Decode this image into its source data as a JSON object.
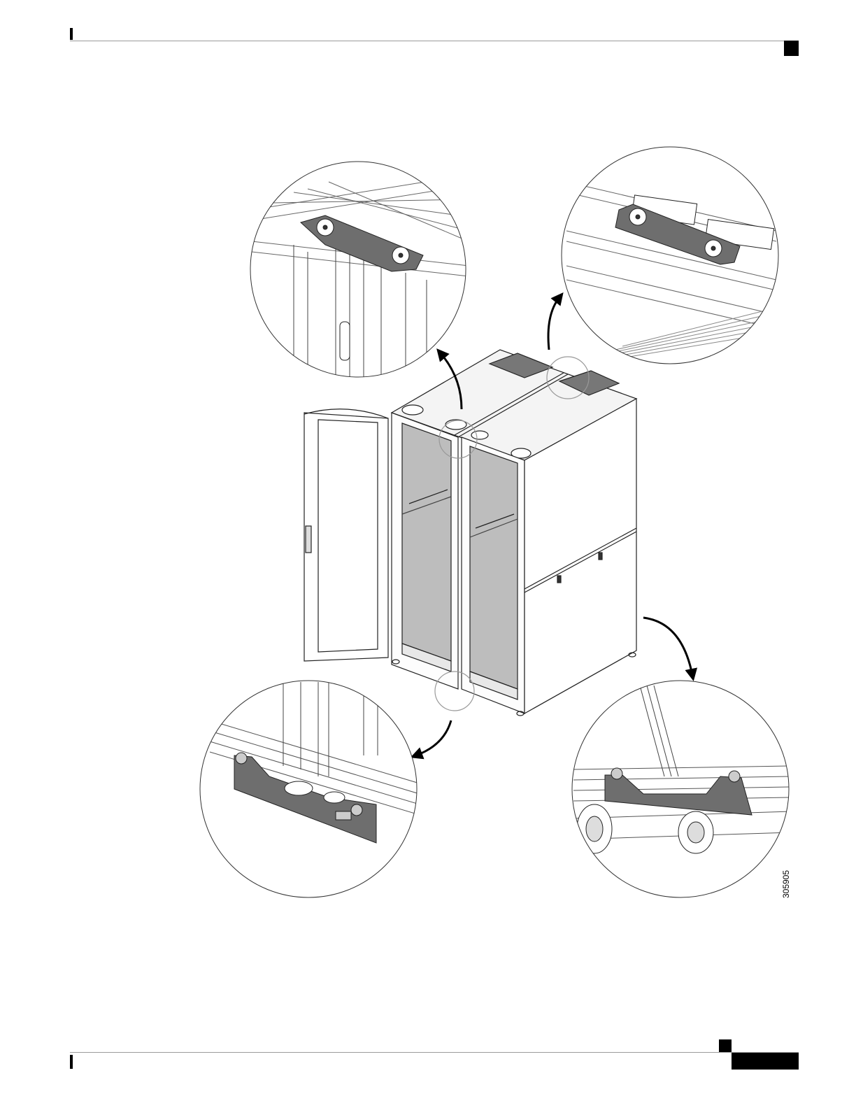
{
  "figure": {
    "figure_number": "305905",
    "callouts": [
      "top-left-detail",
      "top-right-detail",
      "bottom-left-detail",
      "bottom-right-detail"
    ],
    "icons": [
      "curved-arrow-icon"
    ]
  }
}
